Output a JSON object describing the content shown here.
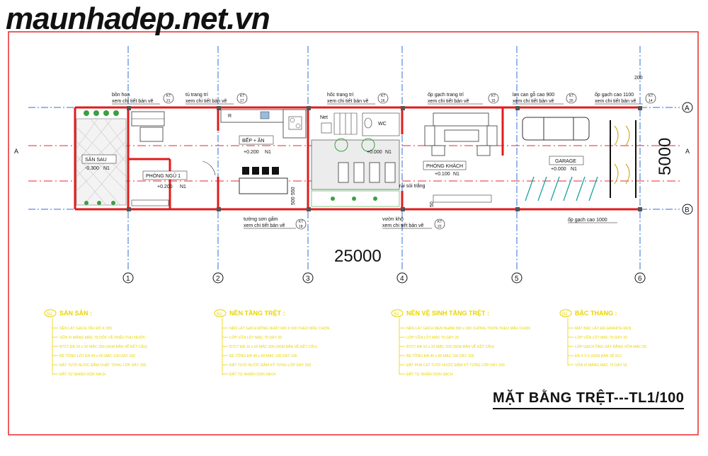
{
  "watermark": "maunhadep.net.vn",
  "sheet_title": "MẶT BẰNG TRỆT---TL1/100",
  "colors": {
    "frame": "#e8282c",
    "axis": "#2f6fd6",
    "wall": "#e01b1b",
    "yellow": "#e8d400",
    "green": "#3aa043",
    "cyan": "#00a9b0",
    "text": "#111111"
  },
  "dimensions": {
    "overall_length": "25000",
    "overall_width": "5000",
    "top_small": "200",
    "step_a": "500",
    "step_b": "550",
    "step_c": "50"
  },
  "axes": {
    "numbered": [
      "1",
      "2",
      "3",
      "4",
      "5",
      "6"
    ],
    "lettered": [
      "A",
      "B"
    ],
    "section": [
      "A",
      "A"
    ]
  },
  "rooms": [
    {
      "name": "SÂN SAU",
      "level": "-0.300",
      "tag": "N1"
    },
    {
      "name": "PHÒNG NGỦ 1",
      "level": "+0.200",
      "tag": "N1"
    },
    {
      "name": "BẾP + ĂN",
      "level": "+0.200",
      "tag": "N1"
    },
    {
      "name": "",
      "level": "+0.000",
      "tag": "N1"
    },
    {
      "name": "PHÒNG KHÁCH",
      "level": "+0.100",
      "tag": "N1"
    },
    {
      "name": "GARAGE",
      "level": "+0.000",
      "tag": "N1"
    }
  ],
  "small_labels": {
    "fridge": "R",
    "toilet": "WC",
    "net": "Net",
    "gravel": "rải sỏi trắng"
  },
  "callouts": [
    {
      "title": "bồn hoa",
      "sub": "xem chi tiết bản vẽ",
      "ref_top": "KT",
      "ref_num": "21"
    },
    {
      "title": "tủ trang trí",
      "sub": "xem chi tiết bản vẽ",
      "ref_top": "KT",
      "ref_num": "17"
    },
    {
      "title": "hốc trang trí",
      "sub": "xem chi tiết bản vẽ",
      "ref_top": "KT",
      "ref_num": "16"
    },
    {
      "title": "ốp gạch trang trí",
      "sub": "xem chi tiết bản vẽ",
      "ref_top": "KT",
      "ref_num": "15"
    },
    {
      "title": "lan can gỗ cao 900",
      "sub": "xem chi tiết bản vẽ",
      "ref_top": "KT",
      "ref_num": "20"
    },
    {
      "title": "ốp gạch cao 1100",
      "sub": "xem chi tiết bản vẽ",
      "ref_top": "KT",
      "ref_num": "14"
    },
    {
      "title": "tường sơn gấm",
      "sub": "xem chi tiết bản vẽ",
      "ref_top": "KT",
      "ref_num": "18"
    },
    {
      "title": "vườn khô",
      "sub": "xem chi tiết bản vẽ",
      "ref_top": "KT",
      "ref_num": "22"
    },
    {
      "title": "ốp gạch cao 1000",
      "sub": "",
      "ref_top": "",
      "ref_num": ""
    }
  ],
  "legend": [
    {
      "tag": "N1",
      "title": "SÀN SÂN :",
      "lines": [
        "NỀN LÁT GẠCH TẦU ĐỎ K 300",
        "VỮA XI MĂNG MÁC 75 DỐC VỀ PHỄU THU NƯỚC",
        "BTCT ĐÁ 10 x 20 MÁC 250 (XEM BẢN VẼ KẾT CẤU)",
        "BÊ TÔNG LÓT ĐÁ 40 x 60 MÁC 100 DÀY 100",
        "ĐẤT TƯỚI NƯỚC ĐẦM CHẶT TỪNG LỚP DÀY 200",
        "ĐẤT TỰ NHIÊN DỌN SẠCH"
      ]
    },
    {
      "tag": "N1",
      "title": "NỀN TẦNG TRỆT :",
      "lines": [
        "NỀN LÁT GẠCH ĐỒNG NHẤT 600 X 600 THEO MẪU CHỌN",
        "LỚP VỮA LÓT MÁC 75 DÀY 20",
        "BTCT ĐÁ 10 x 20 MÁC 200 (XEM BẢN VẼ KẾT CẤU)",
        "BÊ TÔNG ĐÁ 40 x 60 MÁC 100 DÀY 100",
        "ĐẤT TƯỚI NƯỚC ĐẦM KỸ TỪNG LỚP DÀY 200",
        "ĐẤT TỰ NHIÊN DỌN SẠCH"
      ]
    },
    {
      "tag": "N1",
      "title": "NỀN VỆ SINH TẦNG TRỆT :",
      "lines": [
        "NỀN LÁT GẠCH MEN NHÁM 300 x 300 CHỐNG TRƠN THEO MẪU CHỌN",
        "LỚP VỮA LÓT MÁC 75 DÀY 20",
        "BTCT ĐÁ 10 x 20 MÁC 200 (XEM BẢN VẼ KẾT CẤU)",
        "BÊ TÔNG ĐÁ 40 x 60 MÁC 100 DÀY 100",
        "ĐẤT PHA CÁT TƯỚI NƯỚC ĐẦM KỸ TỪNG LỚP DÀY 200",
        "ĐẤT TỰ NHIÊN DỌN SẠCH"
      ]
    },
    {
      "tag": "N1",
      "title": "BẬC THANG :",
      "lines": [
        "MẶT BẬC LÁT ĐÁ GRANITE ĐEN",
        "LỚP VỮA LÓT MÁC 75 DÀY 20",
        "LỚP GẠCH ỐNG XÂY BẰNG VỮA MÁC 50",
        "ĐÁ 4 X 6 (XEM BẢN VẼ KC)",
        "VỮA XI MĂNG MÁC 75 DÀY 15"
      ]
    }
  ]
}
